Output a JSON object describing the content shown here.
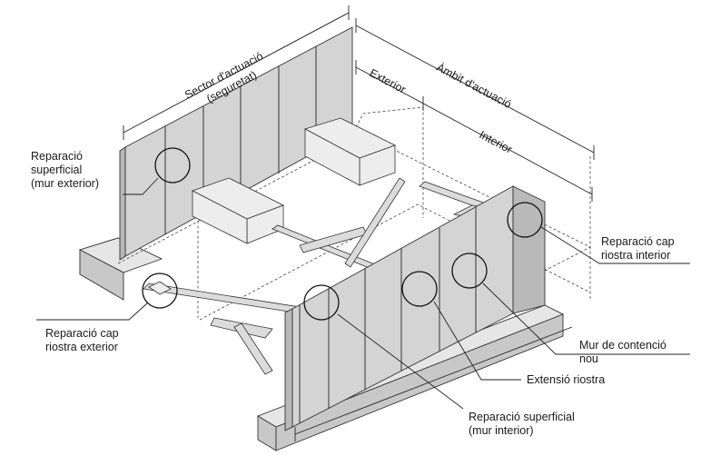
{
  "diagram": {
    "dimensions": {
      "sector": [
        "Sector d'actuació",
        "(seguretat)"
      ],
      "ambit": "Àmbit d'actuació",
      "exterior": "Exterior",
      "interior": "Interior"
    },
    "callouts": {
      "reparacio_superficial_exterior": [
        "Reparació",
        "superficial",
        "(mur exterior)"
      ],
      "reparacio_cap_riostra_exterior": [
        "Reparació cap",
        "riostra exterior"
      ],
      "reparacio_cap_riostra_interior": [
        "Reparació cap",
        "riostra interior"
      ],
      "mur_contencio_nou": [
        "Mur de contenció",
        "nou"
      ],
      "extensio_riostra": "Extensió riostra",
      "reparacio_superficial_interior": [
        "Reparació superficial",
        "(mur interior)"
      ]
    }
  }
}
